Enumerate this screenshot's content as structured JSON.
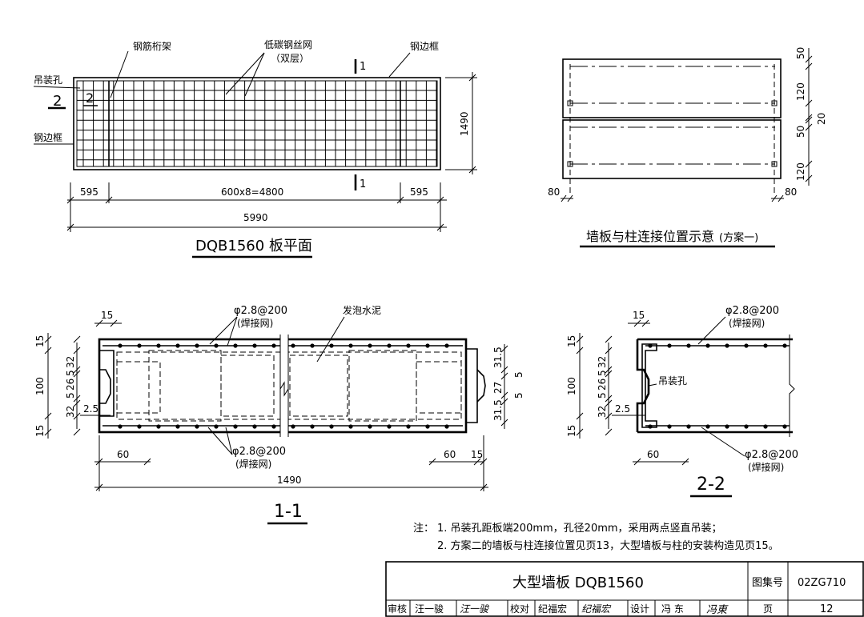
{
  "plan": {
    "title": "DQB1560 板平面",
    "label_truss": "钢筋桁架",
    "label_mesh": "低碳钢丝网",
    "label_mesh_sub": "（双层）",
    "label_frame_top": "钢边框",
    "label_lift_hole": "吊装孔",
    "label_frame_left": "钢边框",
    "section_2": "2",
    "section_1": "1",
    "dim_left": "595",
    "dim_mid": "600x8=4800",
    "dim_right": "595",
    "dim_total": "5990",
    "dim_height": "1490"
  },
  "connection": {
    "title": "墙板与柱连接位置示意",
    "title_note": "(方案一)",
    "dim_50a": "50",
    "dim_120a": "120",
    "dim_20": "20",
    "dim_50b": "50",
    "dim_120b": "120",
    "dim_80_left": "80",
    "dim_80_right": "80"
  },
  "section11": {
    "title": "1-1",
    "rebar_top": "φ2.8@200",
    "rebar_top_sub": "(焊接网)",
    "rebar_bottom": "φ2.8@200",
    "rebar_bottom_sub": "(焊接网)",
    "foam_label": "发泡水泥",
    "dim_15_top": "15",
    "dim_15_left_a": "15",
    "dim_100": "100",
    "dim_32a": "32",
    "dim_5a": "5",
    "dim_26": "26",
    "dim_5b": "5",
    "dim_32b": "32",
    "dim_15_left_b": "15",
    "dim_2_5": "2.5",
    "dim_60_left": "60",
    "dim_60_right": "60",
    "dim_15_right": "15",
    "dim_1490": "1490",
    "dim_31_5a": "31.5",
    "dim_27": "27",
    "dim_31_5b": "31.5",
    "dim_5c": "5",
    "dim_5d": "5"
  },
  "section22": {
    "title": "2-2",
    "rebar_top": "φ2.8@200",
    "rebar_top_sub": "(焊接网)",
    "rebar_bottom": "φ2.8@200",
    "rebar_bottom_sub": "(焊接网)",
    "lift_hole": "吊装孔",
    "dim_15_top": "15",
    "dim_15_a": "15",
    "dim_100": "100",
    "dim_32a": "32",
    "dim_5a": "5",
    "dim_26": "26",
    "dim_5b": "5",
    "dim_32b": "32",
    "dim_15_b": "15",
    "dim_2_5": "2.5",
    "dim_60": "60"
  },
  "notes": {
    "lead": "注：",
    "line1": "1. 吊装孔距板端200mm，孔径20mm，采用两点竖直吊装；",
    "line2": "2. 方案二的墙板与柱连接位置见页13，大型墙板与柱的安装构造见页15。"
  },
  "titleblock": {
    "title": "大型墙板  DQB1560",
    "atlas_label": "图集号",
    "atlas_no": "02ZG710",
    "review_label": "审核",
    "review_name": "汪一骏",
    "review_sign": "汪一骏",
    "check_label": "校对",
    "check_name": "纪福宏",
    "check_sign": "纪福宏",
    "design_label": "设计",
    "design_name": "冯 东",
    "design_sign": "冯東",
    "page_label": "页",
    "page_no": "12"
  }
}
